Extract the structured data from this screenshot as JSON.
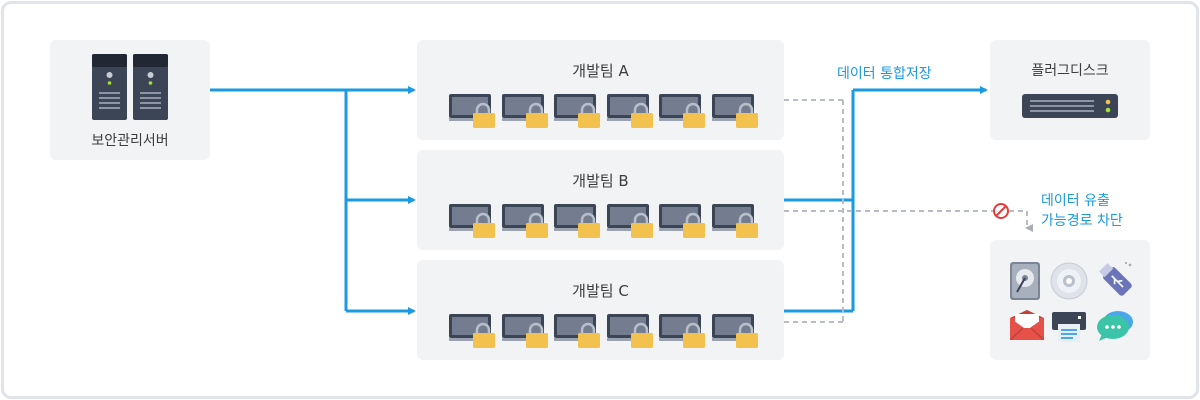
{
  "security_server": {
    "label": "보안관리서버"
  },
  "teams": [
    {
      "label": "개발팀 A"
    },
    {
      "label": "개발팀 B"
    },
    {
      "label": "개발팀 C"
    }
  ],
  "integration": {
    "label": "데이터 통합저장"
  },
  "flash_disk": {
    "label": "플러그디스크"
  },
  "leak_block": {
    "line1": "데이터 유출",
    "line2": "가능경로 차단"
  },
  "colors": {
    "flow": "#1a9ae0",
    "dashed": "#b8bcc4",
    "block": "#e33c3c",
    "lock": "#f2c14e"
  },
  "leak_icons": [
    "hard-drive-icon",
    "cd-icon",
    "usb-icon",
    "email-icon",
    "printer-icon",
    "messenger-icon"
  ]
}
